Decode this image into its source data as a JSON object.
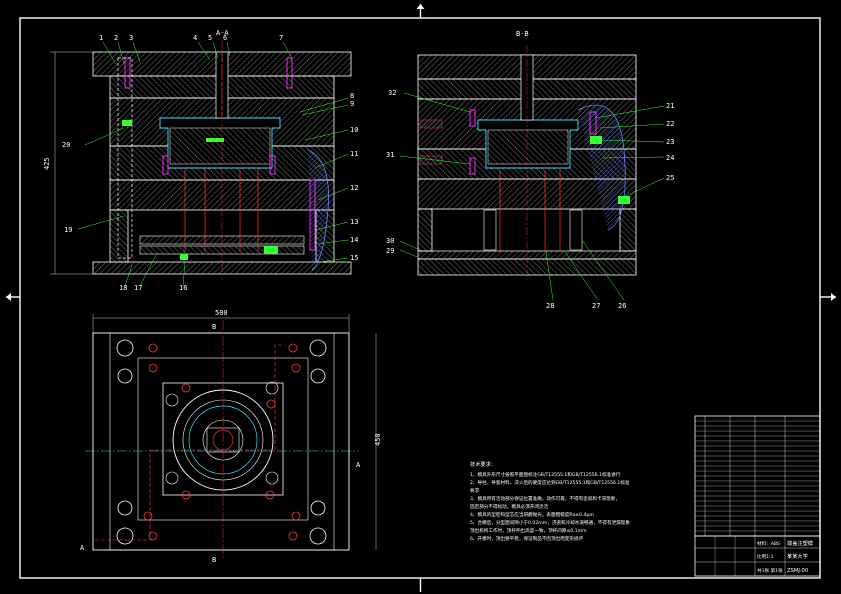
{
  "drawing": {
    "background": "#000000",
    "line_color": "#ffffff",
    "hatch_color": "#8a8a8a",
    "accent_magenta": "#ff33ff",
    "accent_red": "#ff3b3b",
    "accent_green": "#33ff33",
    "accent_cyan": "#40e0ff"
  },
  "views": {
    "section_aa": "A-A",
    "section_bb": "B-B",
    "top_mark_a": "A",
    "mark_b": "B",
    "dim_height": "425",
    "dim_width": "500",
    "dim_depth": "450"
  },
  "callouts": {
    "c1": "1",
    "c2": "2",
    "c3": "3",
    "c4": "4",
    "c5": "5",
    "c6": "6",
    "c7": "7",
    "c8": "8",
    "c9": "9",
    "c10": "10",
    "c11": "11",
    "c12": "12",
    "c13": "13",
    "c14": "14",
    "c15": "15",
    "c16": "16",
    "c17": "17",
    "c18": "18",
    "c19": "19",
    "c20": "20",
    "c21": "21",
    "c22": "22",
    "c23": "23",
    "c24": "24",
    "c25": "25",
    "c26": "26",
    "c27": "27",
    "c28": "28",
    "c29": "29",
    "c30": "30",
    "c31": "31",
    "c32": "32"
  },
  "notes": {
    "title": "技术要求：",
    "lines": [
      "1、模具外形尺寸按照平面图标注GB/T12555.1和GB/T12556.1标准进行",
      "2、导柱、导套材料，淬火后的硬度应达到GB/T12555.1和GB/T12556.1标准",
      "   要求",
      "3、模具所有活动部分保证位置准确，动作可靠，不得有歪斜和卡滞现象，",
      "   固定部分不得松动，模具必须开闭灵活",
      "4、模具的型腔和型芯应当研磨抛光，表面粗糙度Ra≤0.4μm",
      "5、合模后，分型面间隙小于0.02mm，浇道和冷却水道畅通，不得有泄漏现象",
      "   顶出机构工作时，顶杆伸出高度一致，顶杆间隙≤0.1mm",
      "6、开模时，顶出要平稳，保证制品不因顶出而变形损坏"
    ]
  },
  "title_block": {
    "drawing_name": "端盖注塑模",
    "material": "材料：ABS",
    "scale": "比例1:1",
    "sheet": "共1张 第1张",
    "school": "某某大学",
    "code": "ZSMJ-00"
  }
}
